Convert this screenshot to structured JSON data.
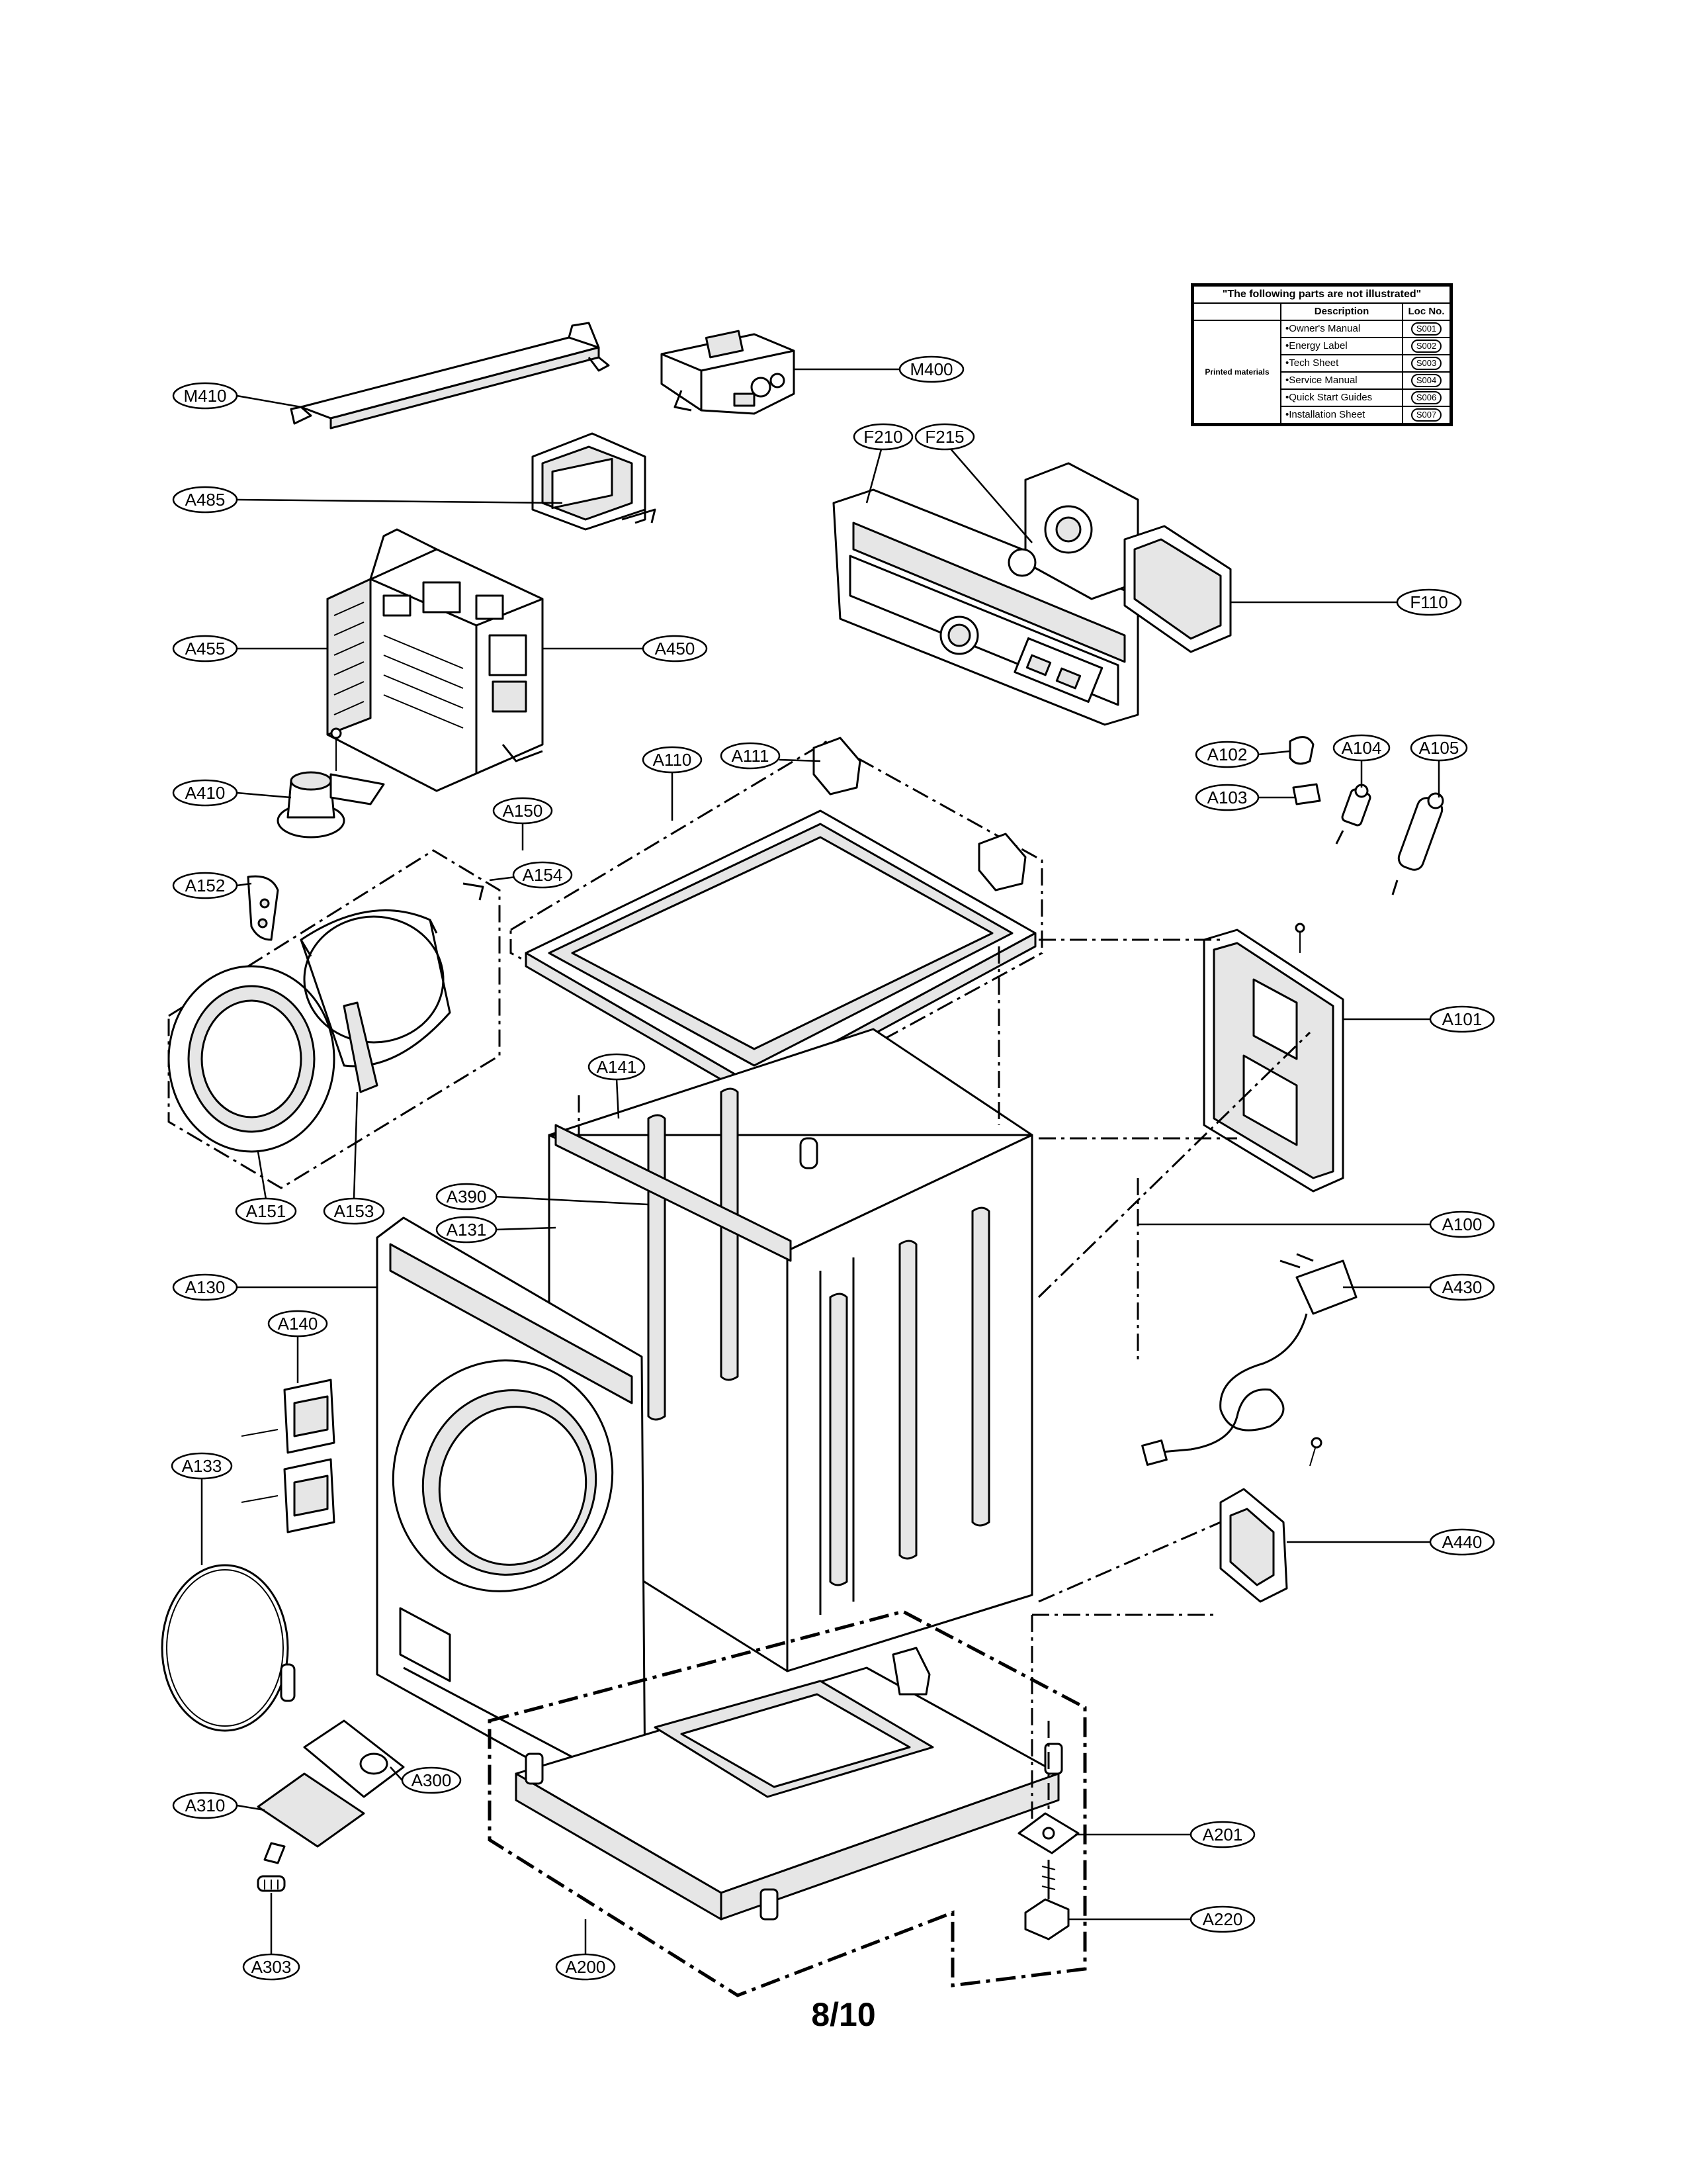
{
  "diagram": {
    "page_number": "8/10",
    "callouts": {
      "M410": "M410",
      "M400": "M400",
      "A485": "A485",
      "F210": "F210",
      "F215": "F215",
      "F110": "F110",
      "A455": "A455",
      "A450": "A450",
      "A102": "A102",
      "A104": "A104",
      "A105": "A105",
      "A103": "A103",
      "A410": "A410",
      "A110": "A110",
      "A111": "A111",
      "A150": "A150",
      "A152": "A152",
      "A154": "A154",
      "A101": "A101",
      "A141": "A141",
      "A151": "A151",
      "A153": "A153",
      "A390": "A390",
      "A131": "A131",
      "A100": "A100",
      "A130": "A130",
      "A430": "A430",
      "A140": "A140",
      "A133": "A133",
      "A440": "A440",
      "A300": "A300",
      "A310": "A310",
      "A201": "A201",
      "A220": "A220",
      "A303": "A303",
      "A200": "A200"
    }
  },
  "not_illustrated": {
    "title": "\"The following parts are not illustrated\"",
    "col_description": "Description",
    "col_loc": "Loc No.",
    "group_label": "Printed materials",
    "rows": [
      {
        "desc": "•Owner's Manual",
        "loc": "S001"
      },
      {
        "desc": "•Energy Label",
        "loc": "S002"
      },
      {
        "desc": "•Tech Sheet",
        "loc": "S003"
      },
      {
        "desc": "•Service Manual",
        "loc": "S004"
      },
      {
        "desc": "•Quick Start Guides",
        "loc": "S006"
      },
      {
        "desc": "•Installation Sheet",
        "loc": "S007"
      }
    ]
  },
  "colors": {
    "line": "#000000",
    "paper": "#ffffff",
    "fill_light": "#f2f2f2",
    "fill_mid": "#d9d9d9"
  }
}
